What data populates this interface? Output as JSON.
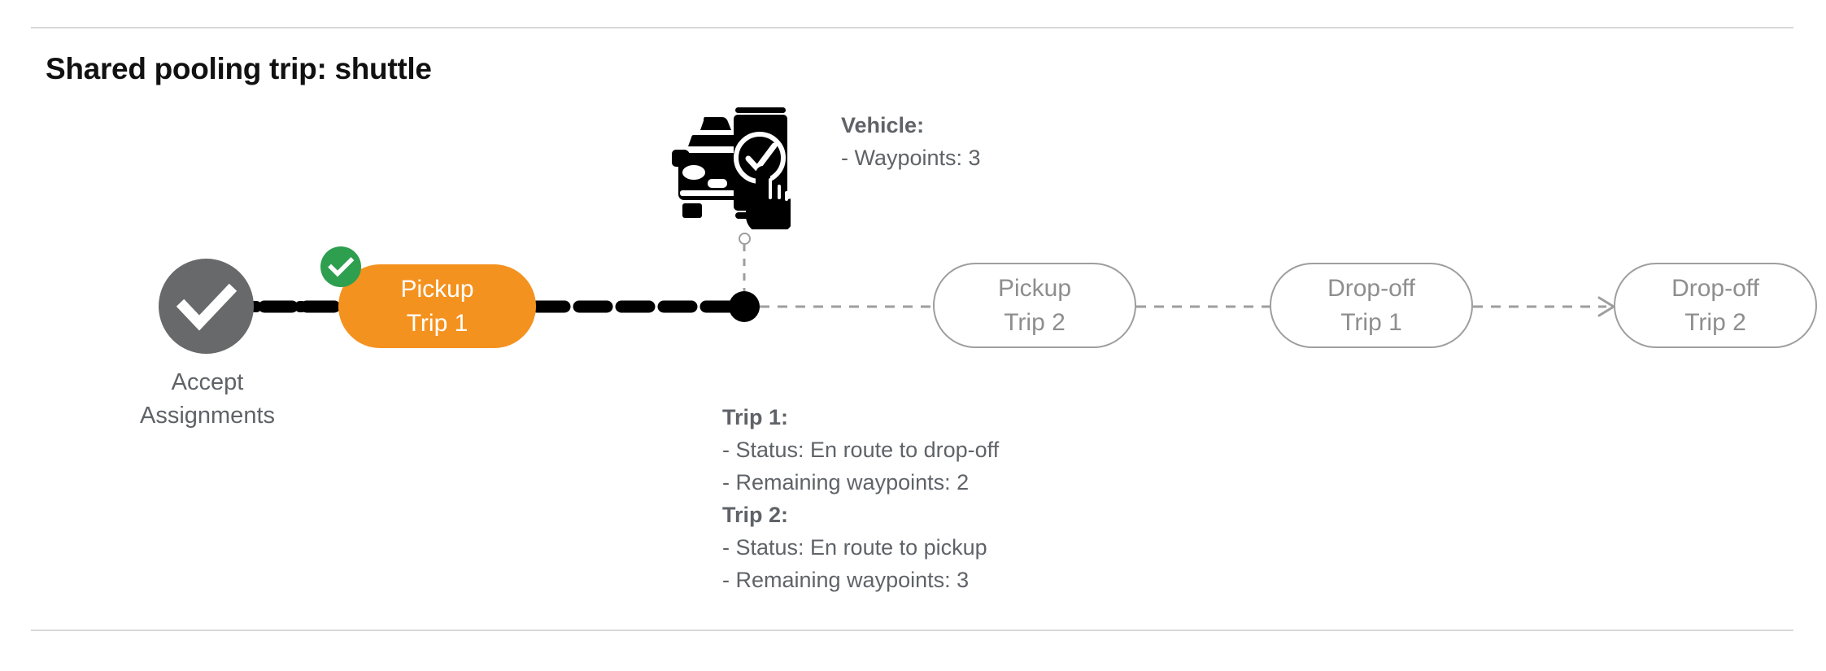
{
  "page": {
    "title": "Shared pooling trip: shuttle",
    "background_color": "#ffffff",
    "divider_color": "#d8d8d8"
  },
  "colors": {
    "active_node": "#f4921f",
    "completed_badge": "#2e9e4f",
    "accept_node": "#68696b",
    "pending_outline": "#9e9e9e",
    "pending_text": "#8e8e8e",
    "body_text": "#5f6368",
    "active_path": "#000000",
    "pending_path": "#9e9e9e"
  },
  "flow": {
    "start_node": {
      "icon": "check-circle-icon",
      "label_line1": "Accept",
      "label_line2": "Assignments"
    },
    "nodes": [
      {
        "id": "pickup-trip1",
        "line1": "Pickup",
        "line2": "Trip 1",
        "state": "completed",
        "badge_icon": "check-badge-icon"
      },
      {
        "id": "pickup-trip2",
        "line1": "Pickup",
        "line2": "Trip 2",
        "state": "pending"
      },
      {
        "id": "dropoff-trip1",
        "line1": "Drop-off",
        "line2": "Trip 1",
        "state": "pending"
      },
      {
        "id": "dropoff-trip2",
        "line1": "Drop-off",
        "line2": "Trip 2",
        "state": "pending"
      }
    ]
  },
  "vehicle": {
    "icon": "vehicle-app-check-icon",
    "marker_icon": "vehicle-position-marker-icon",
    "heading": "Vehicle:",
    "details": [
      "- Waypoints: 3"
    ]
  },
  "trips": [
    {
      "heading": "Trip 1:",
      "details": [
        "- Status:  En route to drop-off",
        "- Remaining waypoints: 2"
      ]
    },
    {
      "heading": "Trip 2:",
      "details": [
        "- Status:  En route to pickup",
        "- Remaining waypoints: 3"
      ]
    }
  ]
}
